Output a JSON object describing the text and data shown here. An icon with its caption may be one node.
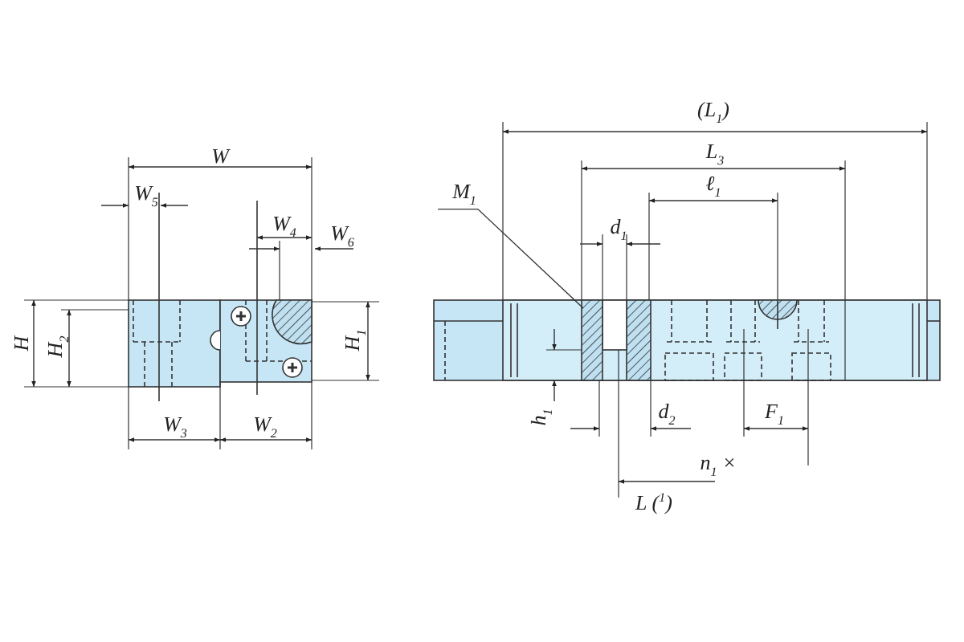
{
  "diagram": {
    "nodes": [
      {
        "text": [
          "M$_{1}$"
        ]
      },
      {
        "text": [],
        "shape": "box"
      }
    ],
    "edges": [
      {
        "from": 0,
        "to": 1,
        "arrow": "none"
      }
    ],
    "labels": [
      "W",
      "W$_{5}$",
      "W$_{4}$",
      "W$_{6}$",
      "H",
      "H$_{2}$",
      "H$_{1}$",
      "W$_{3}$",
      "W$_{2}$",
      "(L$_{1}$)",
      "L$_{3}$",
      "ℓ$_{1}$",
      "d$_{1}$",
      "h$_{1}$",
      "d$_{2}$",
      "F$_{1}$",
      "n$_{1}$ ×",
      "L ($^{1}$)"
    ]
  }
}
